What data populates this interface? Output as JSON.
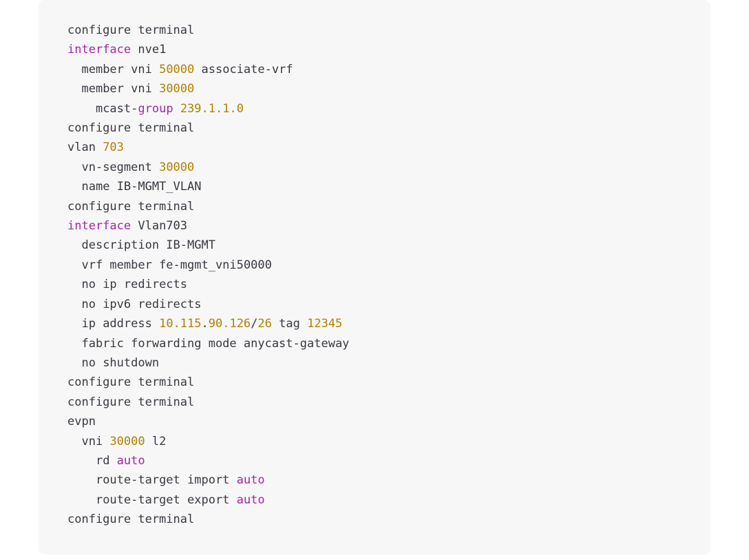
{
  "theme": {
    "page_background": "#ffffff",
    "block_background": "#f7f7f7",
    "default_text": "#383a42",
    "keyword_color": "#a626a4",
    "number_color": "#b08000"
  },
  "code_block": {
    "language": "cisco-nxos",
    "lines": [
      {
        "indent": 0,
        "tokens": [
          {
            "t": "plain",
            "s": "configure terminal"
          }
        ]
      },
      {
        "indent": 0,
        "tokens": [
          {
            "t": "keyword",
            "s": "interface"
          },
          {
            "t": "plain",
            "s": " nve1"
          }
        ]
      },
      {
        "indent": 2,
        "tokens": [
          {
            "t": "plain",
            "s": "member vni "
          },
          {
            "t": "number",
            "s": "50000"
          },
          {
            "t": "plain",
            "s": " associate-vrf"
          }
        ]
      },
      {
        "indent": 2,
        "tokens": [
          {
            "t": "plain",
            "s": "member vni "
          },
          {
            "t": "number",
            "s": "30000"
          }
        ]
      },
      {
        "indent": 4,
        "tokens": [
          {
            "t": "plain",
            "s": "mcast-"
          },
          {
            "t": "keyword",
            "s": "group"
          },
          {
            "t": "plain",
            "s": " "
          },
          {
            "t": "number",
            "s": "239.1.1.0"
          }
        ]
      },
      {
        "indent": 0,
        "tokens": [
          {
            "t": "plain",
            "s": "configure terminal"
          }
        ]
      },
      {
        "indent": 0,
        "tokens": [
          {
            "t": "plain",
            "s": "vlan "
          },
          {
            "t": "number",
            "s": "703"
          }
        ]
      },
      {
        "indent": 2,
        "tokens": [
          {
            "t": "plain",
            "s": "vn-segment "
          },
          {
            "t": "number",
            "s": "30000"
          }
        ]
      },
      {
        "indent": 2,
        "tokens": [
          {
            "t": "plain",
            "s": "name IB-MGMT_VLAN"
          }
        ]
      },
      {
        "indent": 0,
        "tokens": [
          {
            "t": "plain",
            "s": "configure terminal"
          }
        ]
      },
      {
        "indent": 0,
        "tokens": [
          {
            "t": "keyword",
            "s": "interface"
          },
          {
            "t": "plain",
            "s": " Vlan703"
          }
        ]
      },
      {
        "indent": 2,
        "tokens": [
          {
            "t": "plain",
            "s": "description IB-MGMT"
          }
        ]
      },
      {
        "indent": 2,
        "tokens": [
          {
            "t": "plain",
            "s": "vrf member fe-mgmt_vni50000"
          }
        ]
      },
      {
        "indent": 2,
        "tokens": [
          {
            "t": "plain",
            "s": "no ip redirects"
          }
        ]
      },
      {
        "indent": 2,
        "tokens": [
          {
            "t": "plain",
            "s": "no ipv6 redirects"
          }
        ]
      },
      {
        "indent": 2,
        "tokens": [
          {
            "t": "plain",
            "s": "ip address "
          },
          {
            "t": "number",
            "s": "10.115"
          },
          {
            "t": "plain",
            "s": "."
          },
          {
            "t": "number",
            "s": "90.126"
          },
          {
            "t": "plain",
            "s": "/"
          },
          {
            "t": "number",
            "s": "26"
          },
          {
            "t": "plain",
            "s": " tag "
          },
          {
            "t": "number",
            "s": "12345"
          }
        ]
      },
      {
        "indent": 2,
        "tokens": [
          {
            "t": "plain",
            "s": "fabric forwarding mode anycast-gateway"
          }
        ]
      },
      {
        "indent": 2,
        "tokens": [
          {
            "t": "plain",
            "s": "no shutdown"
          }
        ]
      },
      {
        "indent": 0,
        "tokens": [
          {
            "t": "plain",
            "s": "configure terminal"
          }
        ]
      },
      {
        "indent": 0,
        "tokens": [
          {
            "t": "plain",
            "s": "configure terminal"
          }
        ]
      },
      {
        "indent": 0,
        "tokens": [
          {
            "t": "plain",
            "s": "evpn"
          }
        ]
      },
      {
        "indent": 2,
        "tokens": [
          {
            "t": "plain",
            "s": "vni "
          },
          {
            "t": "number",
            "s": "30000"
          },
          {
            "t": "plain",
            "s": " l2"
          }
        ]
      },
      {
        "indent": 4,
        "tokens": [
          {
            "t": "plain",
            "s": "rd "
          },
          {
            "t": "keyword",
            "s": "auto"
          }
        ]
      },
      {
        "indent": 4,
        "tokens": [
          {
            "t": "plain",
            "s": "route-target import "
          },
          {
            "t": "keyword",
            "s": "auto"
          }
        ]
      },
      {
        "indent": 4,
        "tokens": [
          {
            "t": "plain",
            "s": "route-target export "
          },
          {
            "t": "keyword",
            "s": "auto"
          }
        ]
      },
      {
        "indent": 0,
        "tokens": [
          {
            "t": "plain",
            "s": "configure terminal"
          }
        ]
      }
    ]
  }
}
